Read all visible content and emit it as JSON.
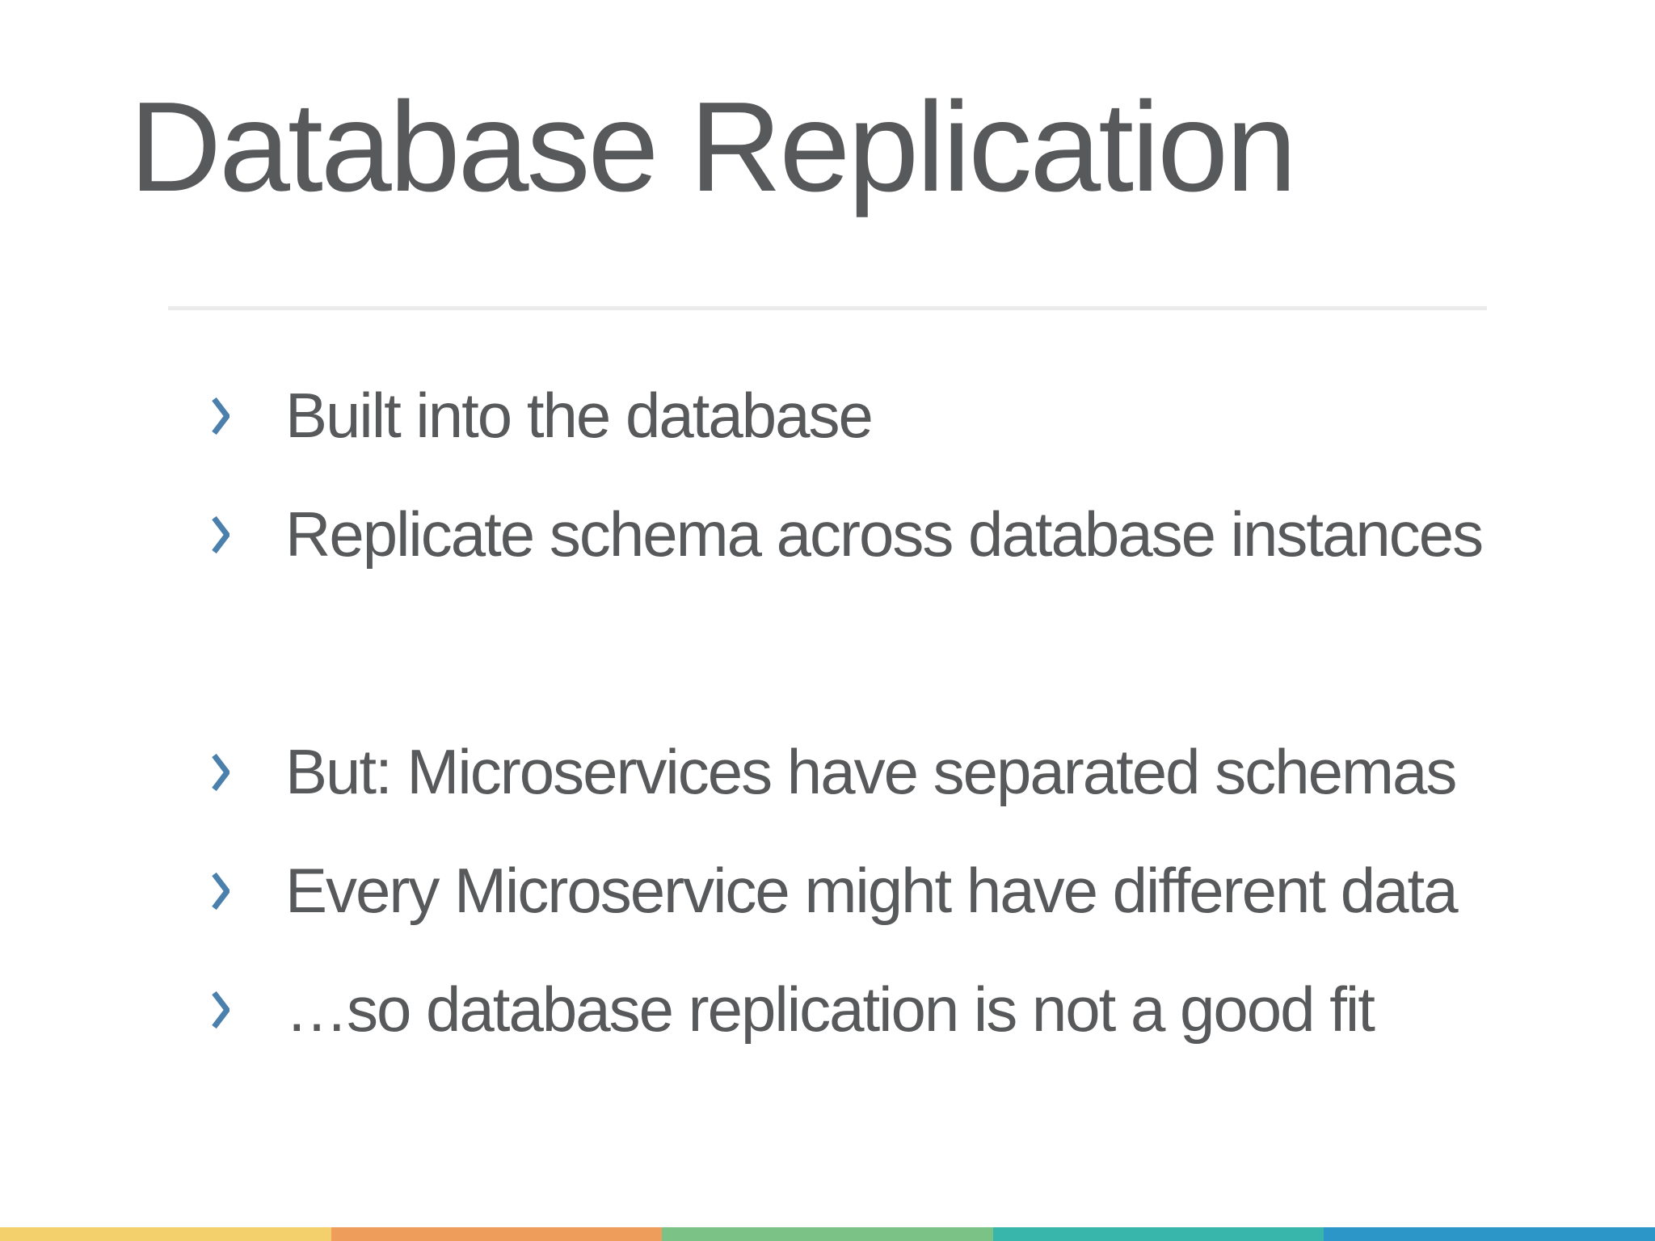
{
  "slide": {
    "title": "Database Replication",
    "bullets": [
      "Built into the database",
      "Replicate schema across database instances",
      "But: Microservices have separated schemas",
      "Every Microservice might have different data",
      "…so database replication is not a good fit"
    ],
    "bullet_icon": "chevron-right",
    "colors": {
      "background": "#ffffff",
      "title_text": "#58595b",
      "body_text": "#58595b",
      "bullet_marker": "#4a80ab",
      "divider": "#ebebeb",
      "footer_segments": [
        "#f4d06d",
        "#ee9d5a",
        "#7bc287",
        "#39b6ac",
        "#2d96c8"
      ]
    }
  }
}
